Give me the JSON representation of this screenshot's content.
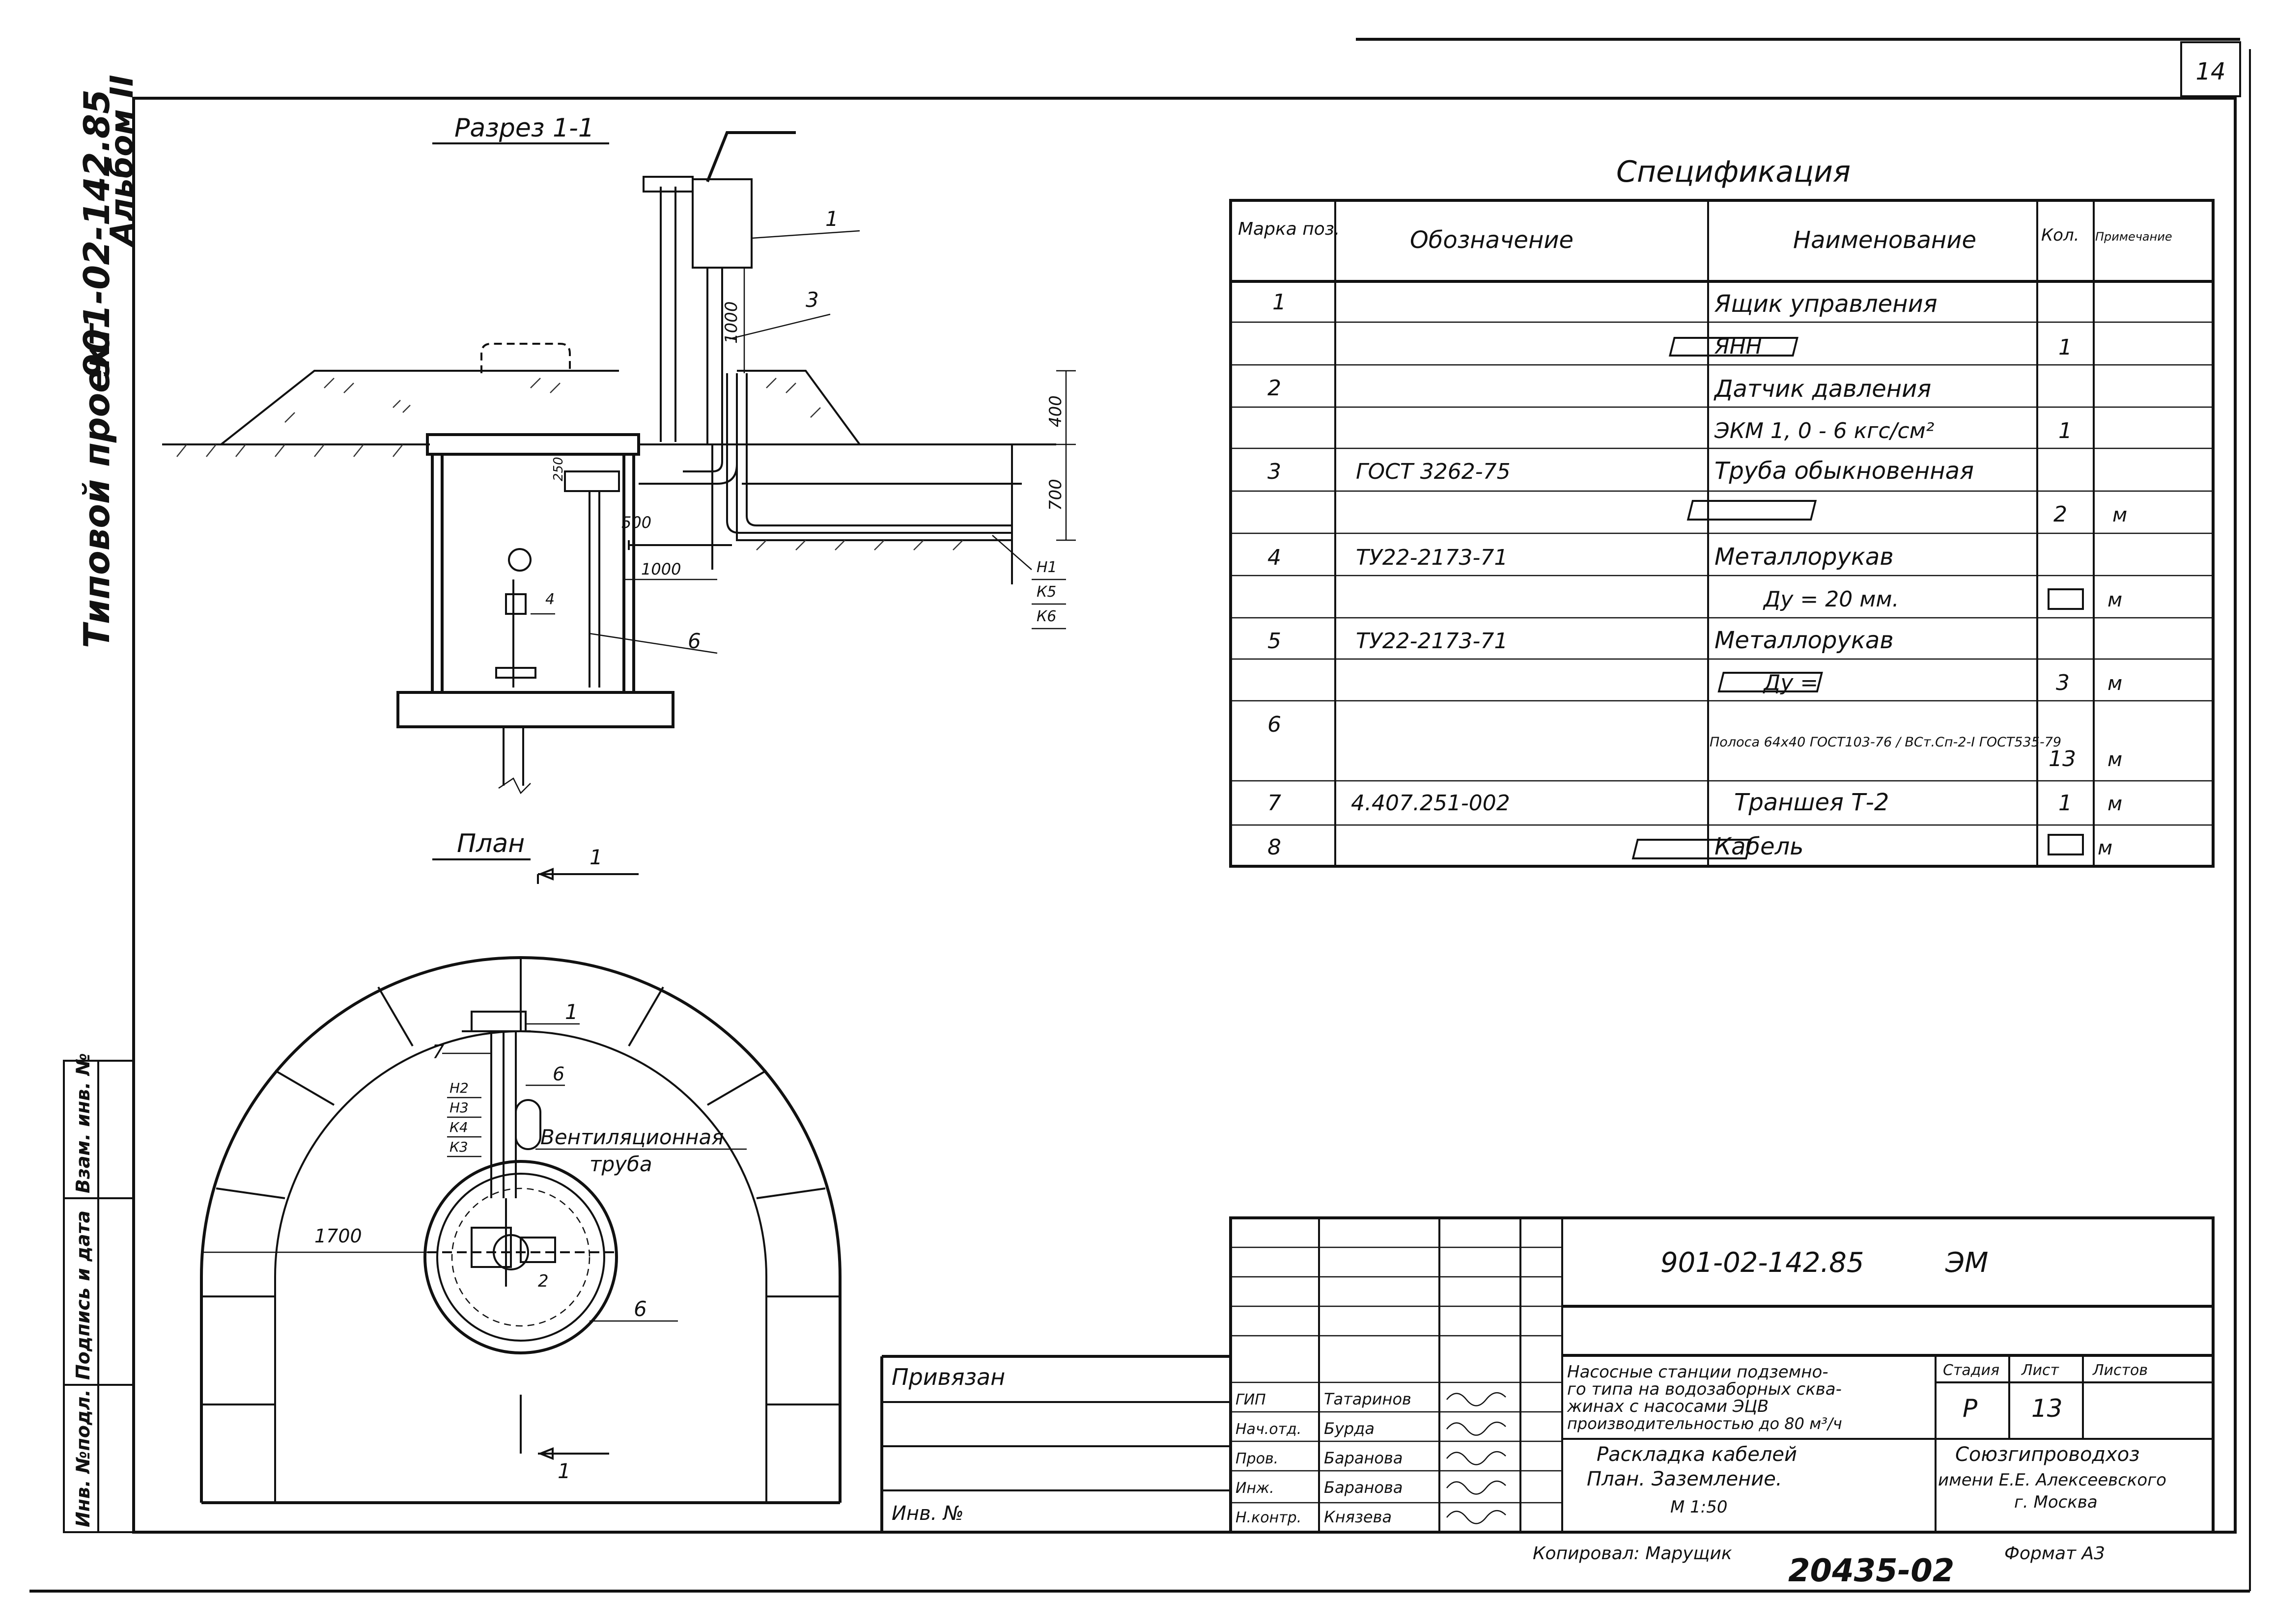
{
  "sheet_number": "14",
  "side_margin": {
    "project_code": "901-02-142.85",
    "album": "Альбом II",
    "project_type": "Типовой проект",
    "stamp_cols": [
      "Инв. №подл.",
      "Подпись и дата",
      "Взам. инв. №"
    ]
  },
  "section": {
    "title": "Разрез 1-1",
    "callouts": [
      "1",
      "3",
      "4",
      "6"
    ],
    "dims": [
      "1000",
      "400",
      "700",
      "500",
      "1000",
      "250"
    ],
    "trench_marks": [
      "Н1",
      "К5",
      "К6"
    ]
  },
  "plan": {
    "title": "План",
    "cut_label": "1",
    "cut_label_bottom": "1",
    "dim_radius": "1700",
    "callouts": [
      "1",
      "6",
      "7",
      "2",
      "6"
    ],
    "cable_marks": [
      "Н2",
      "Н3",
      "К4",
      "К3"
    ],
    "vent_label_1": "Вентиляционная",
    "vent_label_2": "труба"
  },
  "spec": {
    "title": "Спецификация",
    "headers": [
      "Марка поз.",
      "Обозначение",
      "Наименование",
      "Кол.",
      "Примечание"
    ],
    "rows": [
      [
        "1",
        "",
        "Ящик управления",
        "",
        ""
      ],
      [
        "",
        "",
        "ЯНН",
        "1",
        ""
      ],
      [
        "2",
        "",
        "Датчик давления",
        "",
        ""
      ],
      [
        "",
        "",
        "ЭКМ 1, 0 - 6 кгс/см²",
        "1",
        ""
      ],
      [
        "3",
        "ГОСТ 3262-75",
        "Труба обыкновенная",
        "",
        ""
      ],
      [
        "",
        "",
        "",
        "2",
        "м"
      ],
      [
        "4",
        "ТУ22-2173-71",
        "Металлорукав",
        "",
        ""
      ],
      [
        "",
        "",
        "Ду = 20 мм.",
        "",
        "м"
      ],
      [
        "5",
        "ТУ22-2173-71",
        "Металлорукав",
        "",
        ""
      ],
      [
        "",
        "",
        "Ду =",
        "3",
        "м"
      ],
      [
        "6",
        "",
        "Полоса 64х40 ГОСТ103-76 / ВСт.Сп-2-I ГОСТ535-79",
        "13",
        "м"
      ],
      [
        "7",
        "4.407.251-002",
        "Траншея Т-2",
        "1",
        "м"
      ],
      [
        "8",
        "",
        "Кабель",
        "",
        "м"
      ]
    ]
  },
  "title_block": {
    "code": "901-02-142.85",
    "mark": "ЭМ",
    "privyazan": "Привязан",
    "inv_no": "Инв. №",
    "roles": [
      "ГИП",
      "Нач.отд.",
      "Пров.",
      "Инж.",
      "Н.контр."
    ],
    "names": [
      "Татаринов",
      "Бурда",
      "Баранова",
      "Баранова",
      "Князева"
    ],
    "desc_1": "Насосные станции подземно-",
    "desc_2": "го типа на водозаборных сква-",
    "desc_3": "жинах с насосами ЭЦВ",
    "desc_4": "производительностью до 80 м³/ч",
    "stage_h": "Стадия",
    "sheet_h": "Лист",
    "sheets_h": "Листов",
    "stage": "Р",
    "sheet": "13",
    "drawing_1": "Раскладка кабелей",
    "drawing_2": "План. Заземление.",
    "scale": "М 1:50",
    "org_1": "Союзгипроводхоз",
    "org_2": "имени Е.Е. Алексеевского",
    "org_3": "г. Москва",
    "copied": "Копировал: Марущик",
    "format": "Формат А3",
    "archive_no": "20435-02"
  }
}
